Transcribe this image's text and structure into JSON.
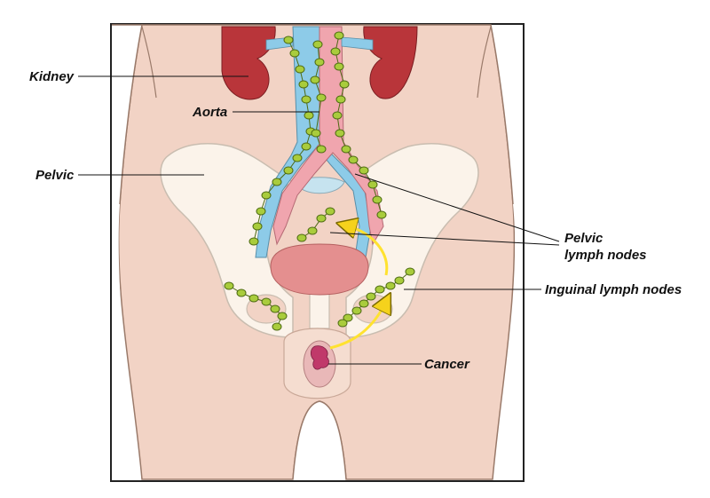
{
  "labels": {
    "kidney": "Kidney",
    "aorta": "Aorta",
    "pelvic": "Pelvic",
    "pelvic_lymph_line1": "Pelvic",
    "pelvic_lymph_line2": "lymph nodes",
    "inguinal": "Inguinal lymph nodes",
    "cancer": "Cancer"
  },
  "colors": {
    "skin": "#f2d3c5",
    "skin_outline": "#9a7a6a",
    "bone": "#fbf3ea",
    "bone_outline": "#c9bdb0",
    "kidney": "#b9353a",
    "aorta": "#f0a5ae",
    "vein": "#8dcbe8",
    "lymph_node": "#a9cc3c",
    "lymph_outline": "#4d6a12",
    "bladder": "#e48f8f",
    "arrow": "#ffe230",
    "tumor": "#c0396a"
  },
  "icons": {
    "lymph_node": "lymph-node-icon",
    "arrow": "spread-arrow-icon"
  }
}
